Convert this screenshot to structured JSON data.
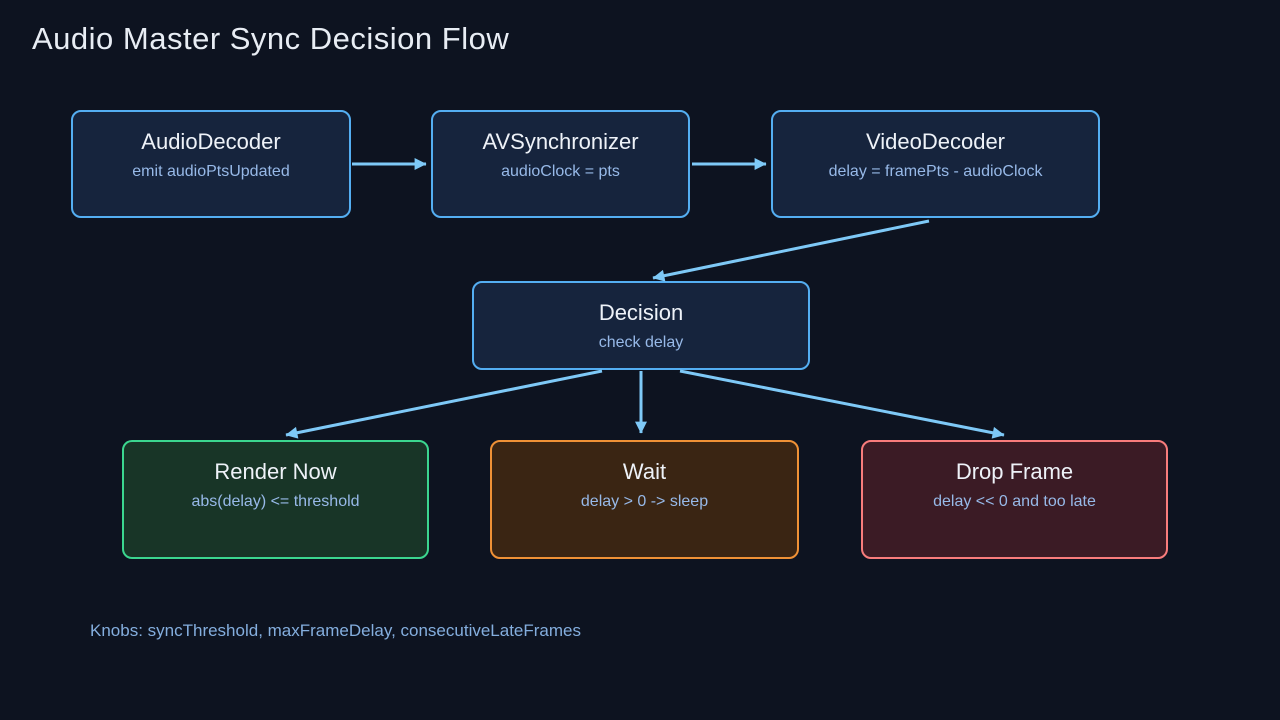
{
  "page": {
    "title": "Audio Master Sync Decision Flow",
    "note": "Knobs: syncThreshold, maxFrameDelay, consecutiveLateFrames"
  },
  "colors": {
    "background": "#0d1320",
    "arrow": "#7ec9f7",
    "node_blue_fill": "#16243d",
    "node_blue_border": "#54aef2",
    "node_green_fill": "#183527",
    "node_green_border": "#3bd68f",
    "node_orange_fill": "#3a2513",
    "node_orange_border": "#ef9136",
    "node_red_fill": "#3b1b25",
    "node_red_border": "#f87c7c",
    "node_title_text": "#eef2f8",
    "node_subtitle_text": "#97b9e8",
    "page_title_text": "#e8edf4",
    "note_text": "#84aede"
  },
  "diagram": {
    "nodes": [
      {
        "id": "audio-decoder",
        "title": "AudioDecoder",
        "subtitle": "emit audioPtsUpdated",
        "variant": "blue"
      },
      {
        "id": "av-synchronizer",
        "title": "AVSynchronizer",
        "subtitle": "audioClock = pts",
        "variant": "blue"
      },
      {
        "id": "video-decoder",
        "title": "VideoDecoder",
        "subtitle": "delay = framePts - audioClock",
        "variant": "blue"
      },
      {
        "id": "decision",
        "title": "Decision",
        "subtitle": "check delay",
        "variant": "blue"
      },
      {
        "id": "render-now",
        "title": "Render Now",
        "subtitle": "abs(delay) <= threshold",
        "variant": "green"
      },
      {
        "id": "wait",
        "title": "Wait",
        "subtitle": "delay > 0 -> sleep",
        "variant": "orange"
      },
      {
        "id": "drop-frame",
        "title": "Drop Frame",
        "subtitle": "delay << 0 and too late",
        "variant": "red"
      }
    ],
    "edges": [
      {
        "from": "audio-decoder",
        "to": "av-synchronizer"
      },
      {
        "from": "av-synchronizer",
        "to": "video-decoder"
      },
      {
        "from": "video-decoder",
        "to": "decision"
      },
      {
        "from": "decision",
        "to": "render-now"
      },
      {
        "from": "decision",
        "to": "wait"
      },
      {
        "from": "decision",
        "to": "drop-frame"
      }
    ]
  }
}
